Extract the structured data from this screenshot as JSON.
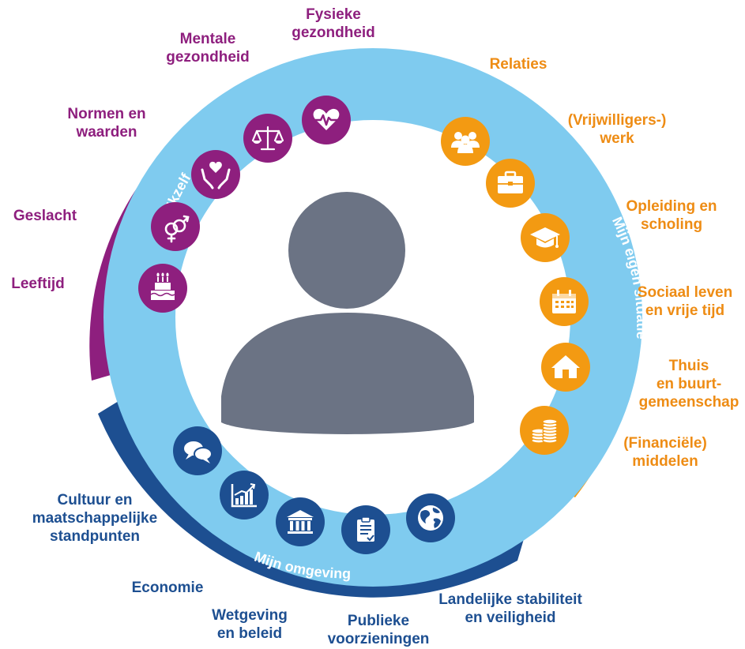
{
  "colors": {
    "self": "#8e1f7e",
    "situation": "#f39a12",
    "environment": "#1d4f91",
    "inner_ring": "#7fcbef",
    "person": "#6b7384"
  },
  "center": {
    "icon": "person-silhouette-icon"
  },
  "sections": {
    "self": {
      "title": "Ikzelf",
      "items": [
        {
          "lines": [
            "Fysieke",
            "gezondheid"
          ],
          "icon": "heart-pulse-icon"
        },
        {
          "lines": [
            "Mentale",
            "gezondheid"
          ],
          "icon": "scales-icon"
        },
        {
          "lines": [
            "Normen en",
            "waarden"
          ],
          "icon": "hands-heart-icon"
        },
        {
          "lines": [
            "Geslacht"
          ],
          "icon": "gender-icon"
        },
        {
          "lines": [
            "Leeftijd"
          ],
          "icon": "birthday-cake-icon"
        }
      ]
    },
    "situation": {
      "title": "Mijn eigen situatie",
      "items": [
        {
          "lines": [
            "Relaties"
          ],
          "icon": "people-group-icon"
        },
        {
          "lines": [
            "(Vrijwilligers-)",
            "werk"
          ],
          "icon": "briefcase-icon"
        },
        {
          "lines": [
            "Opleiding en",
            "scholing"
          ],
          "icon": "graduation-cap-icon"
        },
        {
          "lines": [
            "Sociaal leven",
            "en vrije tijd"
          ],
          "icon": "calendar-icon"
        },
        {
          "lines": [
            "Thuis",
            "en buurt-",
            "gemeenschap"
          ],
          "icon": "house-icon"
        },
        {
          "lines": [
            "(Financiële)",
            "middelen"
          ],
          "icon": "coins-icon"
        }
      ]
    },
    "environment": {
      "title": "Mijn omgeving",
      "items": [
        {
          "lines": [
            "Cultuur en",
            "maatschappelijke",
            "standpunten"
          ],
          "icon": "speech-bubbles-icon"
        },
        {
          "lines": [
            "Economie"
          ],
          "icon": "growth-chart-icon"
        },
        {
          "lines": [
            "Wetgeving",
            "en beleid"
          ],
          "icon": "government-building-icon"
        },
        {
          "lines": [
            "Publieke",
            "voorzieningen"
          ],
          "icon": "clipboard-icon"
        },
        {
          "lines": [
            "Landelijke stabiliteit",
            "en veiligheid"
          ],
          "icon": "globe-icon"
        }
      ]
    }
  }
}
